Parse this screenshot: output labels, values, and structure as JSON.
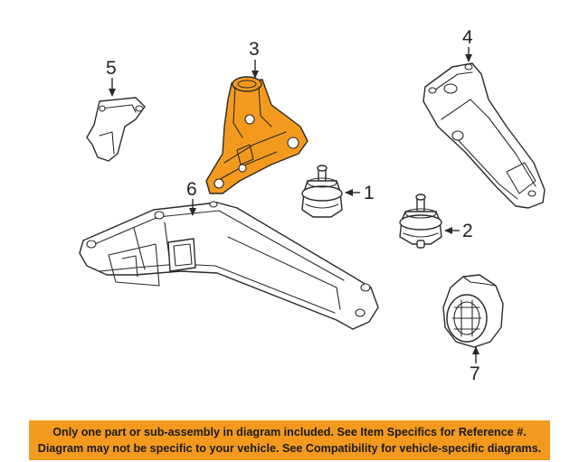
{
  "diagram": {
    "callouts": {
      "c1": "1",
      "c2": "2",
      "c3": "3",
      "c4": "4",
      "c5": "5",
      "c6": "6",
      "c7": "7"
    },
    "highlight_color": "#f39a1e"
  },
  "notice": {
    "background": "#f39a1e",
    "line1": "Only one part or sub-assembly in diagram included. See Item Specifics for Reference #.",
    "line2": "Diagram may not be specific to your vehicle. See Compatibility for vehicle-specific diagrams."
  }
}
